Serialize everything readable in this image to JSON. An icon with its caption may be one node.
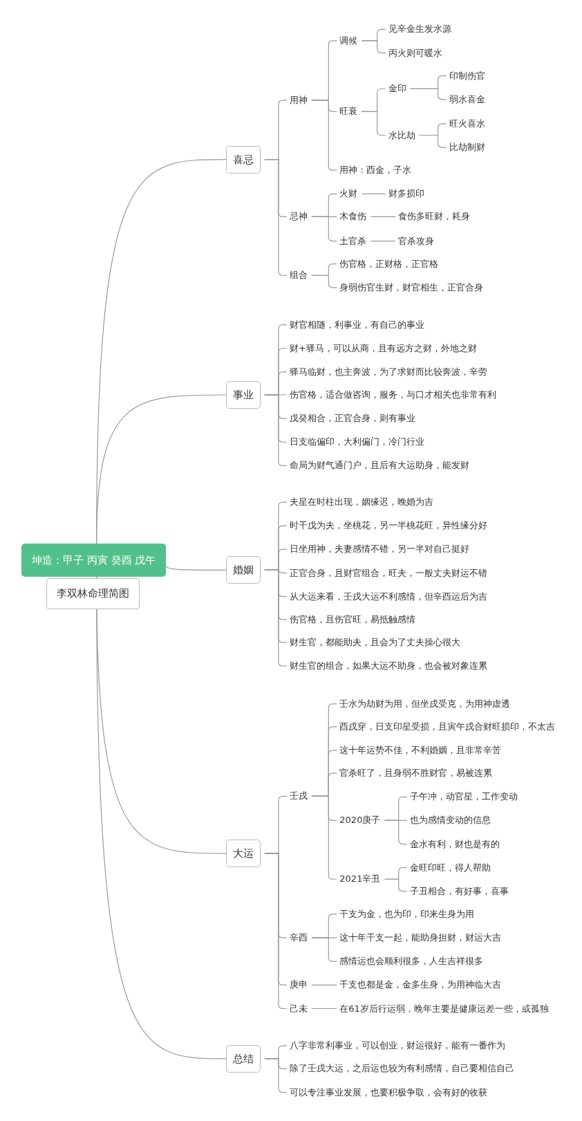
{
  "diagram": {
    "title": "李双林命理简图",
    "nodes": [
      {
        "text": [
          "坤造：甲子 丙寅 癸酉 戊午"
        ]
      },
      {
        "text": [
          "喜忌"
        ]
      },
      {
        "text": [
          "用神"
        ]
      },
      {
        "text": [
          "调候"
        ]
      },
      {
        "text": [
          "见辛金生发水源"
        ]
      },
      {
        "text": [
          "丙火则可暖水"
        ]
      },
      {
        "text": [
          "旺衰"
        ]
      },
      {
        "text": [
          "金印"
        ]
      },
      {
        "text": [
          "印制伤官"
        ]
      },
      {
        "text": [
          "弱水喜金"
        ]
      },
      {
        "text": [
          "水比劫"
        ]
      },
      {
        "text": [
          "旺火喜水"
        ]
      },
      {
        "text": [
          "比劫制财"
        ]
      },
      {
        "text": [
          "用神：酉金，子水"
        ]
      },
      {
        "text": [
          "忌神"
        ]
      },
      {
        "text": [
          "火财"
        ]
      },
      {
        "text": [
          "财多损印"
        ]
      },
      {
        "text": [
          "木食伤"
        ]
      },
      {
        "text": [
          "食伤多旺财，耗身"
        ]
      },
      {
        "text": [
          "土官杀"
        ]
      },
      {
        "text": [
          "官杀攻身"
        ]
      },
      {
        "text": [
          "组合"
        ]
      },
      {
        "text": [
          "伤官格，正财格，正官格"
        ]
      },
      {
        "text": [
          "身弱伤官生财，财官相生，正官合身"
        ]
      },
      {
        "text": [
          "事业"
        ]
      },
      {
        "text": [
          "财官相随，利事业，有自己的事业"
        ]
      },
      {
        "text": [
          "财+驿马，可以从商，且有远方之财，外地之财"
        ]
      },
      {
        "text": [
          "驿马临财，也主奔波，为了求财而比较奔波，辛劳"
        ]
      },
      {
        "text": [
          "伤官格，适合做咨询，服务，与口才相关也非常有利"
        ]
      },
      {
        "text": [
          "戊癸相合，正官合身，则有事业"
        ]
      },
      {
        "text": [
          "日支临偏印，大利偏门，冷门行业"
        ]
      },
      {
        "text": [
          "命局为财气通门户，且后有大运助身，能发财"
        ]
      },
      {
        "text": [
          "婚姻"
        ]
      },
      {
        "text": [
          "夫星在时柱出现，姻缘迟，晚婚为吉"
        ]
      },
      {
        "text": [
          "时干戊为夫，坐桃花，另一半桃花旺，异性缘分好"
        ]
      },
      {
        "text": [
          "日坐用神，夫妻感情不错，另一半对自己挺好"
        ]
      },
      {
        "text": [
          "正官合身，且财官组合，旺夫，一般丈夫财运不错"
        ]
      },
      {
        "text": [
          "从大运来看，壬戌大运不利感情，但辛酉运后为吉"
        ]
      },
      {
        "text": [
          "伤官格，且伤官旺，易抵触感情"
        ]
      },
      {
        "text": [
          "财生官，都能助夫，且会为了丈夫操心很大"
        ]
      },
      {
        "text": [
          "财生官的组合，如果大运不助身，也会被对象连累"
        ]
      },
      {
        "text": [
          "大运"
        ]
      },
      {
        "text": [
          "壬戌"
        ]
      },
      {
        "text": [
          "壬水为劫财为用，但坐戌受克，为用神虚透"
        ]
      },
      {
        "text": [
          "酉戌穿，日支印星受损，且寅午戌合财旺损印，不太吉"
        ]
      },
      {
        "text": [
          "这十年运势不佳，不利婚姻，且非常辛苦"
        ]
      },
      {
        "text": [
          "官杀旺了，且身弱不胜财官，易被连累"
        ]
      },
      {
        "text": [
          "2020庚子"
        ]
      },
      {
        "text": [
          "子午冲，动官星，工作变动"
        ]
      },
      {
        "text": [
          "也为感情变动的信息"
        ]
      },
      {
        "text": [
          "金水有利，财也是有的"
        ]
      },
      {
        "text": [
          "2021辛丑"
        ]
      },
      {
        "text": [
          "金旺印旺，得人帮助"
        ]
      },
      {
        "text": [
          "子丑相合，有好事，喜事"
        ]
      },
      {
        "text": [
          "辛酉"
        ]
      },
      {
        "text": [
          "干支为金，也为印，印来生身为用"
        ]
      },
      {
        "text": [
          "这十年干支一起，能助身担财，财运大吉"
        ]
      },
      {
        "text": [
          "感情运也会顺利很多，人生吉祥很多"
        ]
      },
      {
        "text": [
          "庚申"
        ]
      },
      {
        "text": [
          "干支也都是金，金多生身，为用神临大吉"
        ]
      },
      {
        "text": [
          "己未"
        ]
      },
      {
        "text": [
          "在61岁后行运弱，晚年主要是健康运差一些，或孤独"
        ]
      },
      {
        "text": [
          "总结"
        ]
      },
      {
        "text": [
          "八字非常利事业，可以创业，财运很好，能有一番作为"
        ]
      },
      {
        "text": [
          "除了壬戌大运，之后运也较为有利感情，自己要相信自己"
        ]
      },
      {
        "text": [
          "可以专注事业发展，也要积极争取，会有好的收获"
        ]
      }
    ],
    "edges": [
      {
        "from": 0,
        "to": 1,
        "arrow": "none"
      },
      {
        "from": 1,
        "to": 2,
        "arrow": "none"
      },
      {
        "from": 2,
        "to": 3,
        "arrow": "none"
      },
      {
        "from": 3,
        "to": 4,
        "arrow": "none"
      },
      {
        "from": 3,
        "to": 5,
        "arrow": "none"
      },
      {
        "from": 2,
        "to": 6,
        "arrow": "none"
      },
      {
        "from": 6,
        "to": 7,
        "arrow": "none"
      },
      {
        "from": 7,
        "to": 8,
        "arrow": "none"
      },
      {
        "from": 7,
        "to": 9,
        "arrow": "none"
      },
      {
        "from": 6,
        "to": 10,
        "arrow": "none"
      },
      {
        "from": 10,
        "to": 11,
        "arrow": "none"
      },
      {
        "from": 10,
        "to": 12,
        "arrow": "none"
      },
      {
        "from": 2,
        "to": 13,
        "arrow": "none"
      },
      {
        "from": 1,
        "to": 14,
        "arrow": "none"
      },
      {
        "from": 14,
        "to": 15,
        "arrow": "none"
      },
      {
        "from": 15,
        "to": 16,
        "arrow": "none"
      },
      {
        "from": 14,
        "to": 17,
        "arrow": "none"
      },
      {
        "from": 17,
        "to": 18,
        "arrow": "none"
      },
      {
        "from": 14,
        "to": 19,
        "arrow": "none"
      },
      {
        "from": 19,
        "to": 20,
        "arrow": "none"
      },
      {
        "from": 1,
        "to": 21,
        "arrow": "none"
      },
      {
        "from": 21,
        "to": 22,
        "arrow": "none"
      },
      {
        "from": 21,
        "to": 23,
        "arrow": "none"
      },
      {
        "from": 0,
        "to": 24,
        "arrow": "none"
      },
      {
        "from": 24,
        "to": 25,
        "arrow": "none"
      },
      {
        "from": 24,
        "to": 26,
        "arrow": "none"
      },
      {
        "from": 24,
        "to": 27,
        "arrow": "none"
      },
      {
        "from": 24,
        "to": 28,
        "arrow": "none"
      },
      {
        "from": 24,
        "to": 29,
        "arrow": "none"
      },
      {
        "from": 24,
        "to": 30,
        "arrow": "none"
      },
      {
        "from": 24,
        "to": 31,
        "arrow": "none"
      },
      {
        "from": 0,
        "to": 32,
        "arrow": "none"
      },
      {
        "from": 32,
        "to": 33,
        "arrow": "none"
      },
      {
        "from": 32,
        "to": 34,
        "arrow": "none"
      },
      {
        "from": 32,
        "to": 35,
        "arrow": "none"
      },
      {
        "from": 32,
        "to": 36,
        "arrow": "none"
      },
      {
        "from": 32,
        "to": 37,
        "arrow": "none"
      },
      {
        "from": 32,
        "to": 38,
        "arrow": "none"
      },
      {
        "from": 32,
        "to": 39,
        "arrow": "none"
      },
      {
        "from": 32,
        "to": 40,
        "arrow": "none"
      },
      {
        "from": 0,
        "to": 41,
        "arrow": "none"
      },
      {
        "from": 41,
        "to": 42,
        "arrow": "none"
      },
      {
        "from": 42,
        "to": 43,
        "arrow": "none"
      },
      {
        "from": 42,
        "to": 44,
        "arrow": "none"
      },
      {
        "from": 42,
        "to": 45,
        "arrow": "none"
      },
      {
        "from": 42,
        "to": 46,
        "arrow": "none"
      },
      {
        "from": 42,
        "to": 47,
        "arrow": "none"
      },
      {
        "from": 47,
        "to": 48,
        "arrow": "none"
      },
      {
        "from": 47,
        "to": 49,
        "arrow": "none"
      },
      {
        "from": 47,
        "to": 50,
        "arrow": "none"
      },
      {
        "from": 42,
        "to": 51,
        "arrow": "none"
      },
      {
        "from": 51,
        "to": 52,
        "arrow": "none"
      },
      {
        "from": 51,
        "to": 53,
        "arrow": "none"
      },
      {
        "from": 41,
        "to": 54,
        "arrow": "none"
      },
      {
        "from": 54,
        "to": 55,
        "arrow": "none"
      },
      {
        "from": 54,
        "to": 56,
        "arrow": "none"
      },
      {
        "from": 54,
        "to": 57,
        "arrow": "none"
      },
      {
        "from": 41,
        "to": 58,
        "arrow": "none"
      },
      {
        "from": 58,
        "to": 59,
        "arrow": "none"
      },
      {
        "from": 41,
        "to": 60,
        "arrow": "none"
      },
      {
        "from": 60,
        "to": 61,
        "arrow": "none"
      },
      {
        "from": 0,
        "to": 62,
        "arrow": "none"
      },
      {
        "from": 62,
        "to": 63,
        "arrow": "none"
      },
      {
        "from": 62,
        "to": 64,
        "arrow": "none"
      },
      {
        "from": 62,
        "to": 65,
        "arrow": "none"
      }
    ]
  }
}
